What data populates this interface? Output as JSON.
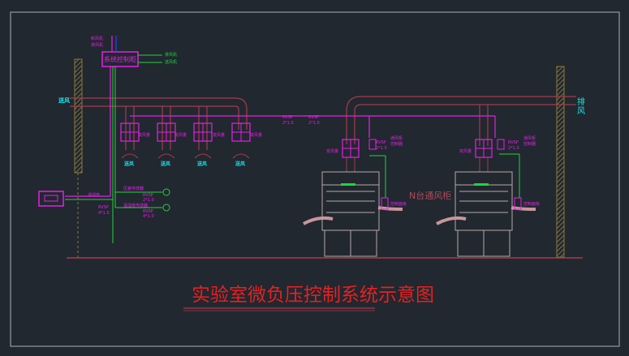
{
  "title": "实验室微负压控制系统示意图",
  "exhaust_label": "排风",
  "supply_label": "送风",
  "controller_box": "系统控制柜",
  "controller_top_note_1": "新风机",
  "controller_top_note_2": "排风机",
  "controller_side_1": "排风机",
  "controller_side_2": "送风机",
  "pipe_note_1": "RVSP",
  "pipe_note_2": "2*1.0",
  "damper_label": "变风量",
  "fume_hood_label": "N台通风柜",
  "left_panel_note_1": "温湿度",
  "left_panel_note_2": "RVSP",
  "left_panel_note_3": "4*1.0",
  "sensor_note_1": "压差传感器",
  "sensor_note_2": "RVSP",
  "sensor_note_3": "2*1.0",
  "sensor_note_4": "温湿度传感器",
  "sensor_note_5": "RVSP",
  "sensor_note_6": "4*1.0",
  "hood_side_note_1": "通风柜",
  "hood_side_note_2": "控制器",
  "hood_damper_note": "变风量",
  "hood_ctrl_note": "控制面板",
  "colors": {
    "background": "#212830",
    "frame": "#aab0b8",
    "duct": "#a83a4a",
    "magenta": "#e81ee8",
    "green": "#22d438",
    "cyan": "#18e8f0",
    "title_red": "#e82020",
    "wall": "#8a7a3a"
  }
}
